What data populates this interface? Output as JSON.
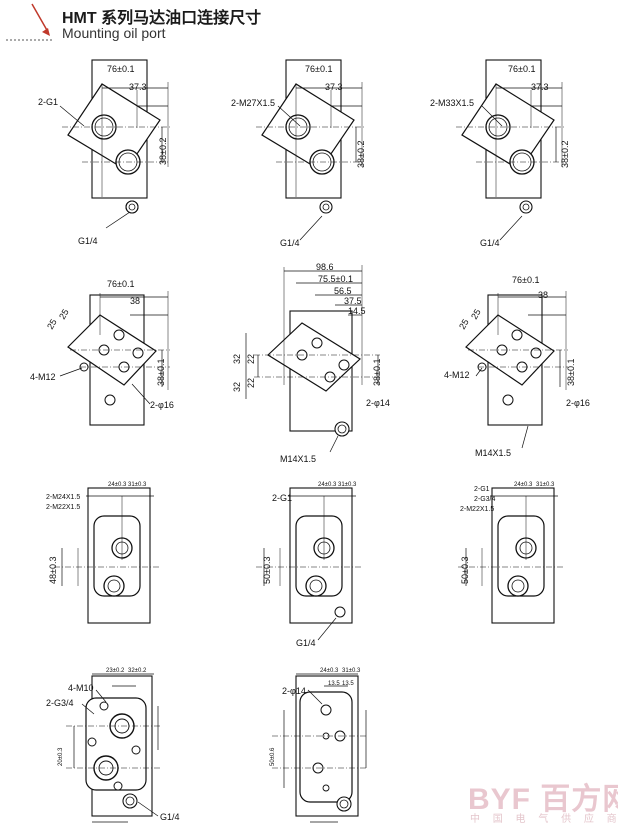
{
  "header": {
    "title": "HMT 系列马达油口连接尺寸",
    "subtitle": "Mounting oil port"
  },
  "labels": {
    "dim_76": "76±0.1",
    "dim_37_3": "37.3",
    "dim_38_02": "38±0.2",
    "dim_38": "38",
    "dim_38_01": "38±0.1",
    "dim_98_6": "98.6",
    "dim_75_5": "75.5±0.1",
    "dim_56_5": "56.5",
    "dim_37_5": "37.5",
    "dim_14_5": "14.5",
    "dim_25": "25",
    "dim_32": "32",
    "dim_22": "22",
    "dim_24_03": "24±0.3",
    "dim_31_03": "31±0.3",
    "dim_48_03": "48±0.3",
    "dim_50_03": "50±0.3",
    "dim_23_02": "23±0.2",
    "dim_32_02": "32±0.2",
    "dim_20_03": "20±0.3",
    "dim_13_5": "13.5",
    "dim_50_06": "50±0.6",
    "port_2g1": "2-G1",
    "port_2m27": "2-M27X1.5",
    "port_2m33": "2-M33X1.5",
    "port_g14": "G1/4",
    "port_4m12": "4-M12",
    "port_2phi16": "2-φ16",
    "port_2phi14": "2-φ14",
    "port_m14": "M14X1.5",
    "port_2m24": "2-M24X1.5",
    "port_2m22": "2-M22X1.5",
    "port_2g34": "2-G3/4",
    "port_4m10": "4-M10"
  },
  "watermark": {
    "logo": "BYF 百方网",
    "sub": "中 国 电 气 供 应 商"
  },
  "colors": {
    "line": "#111111",
    "watermark": "#e9c7cf",
    "corner_arrow": "#c0392b"
  }
}
